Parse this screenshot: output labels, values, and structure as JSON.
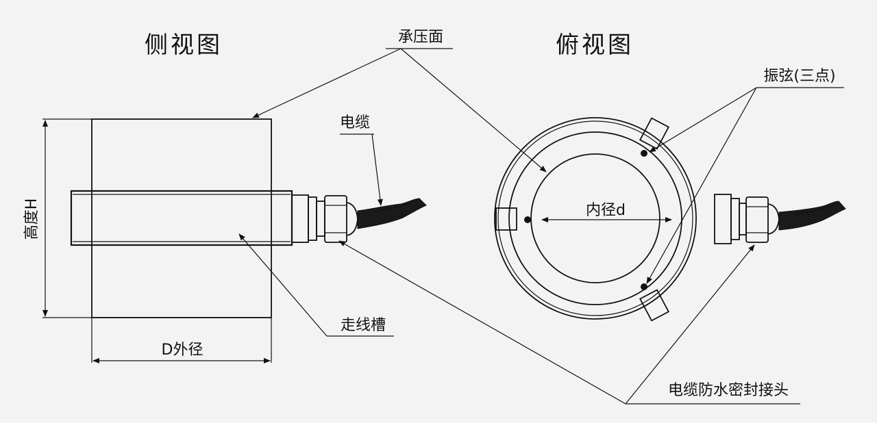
{
  "titles": {
    "side_view": "侧视图",
    "top_view": "俯视图"
  },
  "labels": {
    "bearing_surface": "承压面",
    "cable": "电缆",
    "height": "高度H",
    "outer_diameter": "D外径",
    "wiring_groove": "走线槽",
    "vibrating_wire": "振弦(三点)",
    "inner_diameter": "内径d",
    "waterproof_connector": "电缆防水密封接头"
  },
  "colors": {
    "background": "#f3f3f3",
    "line": "#111111"
  }
}
